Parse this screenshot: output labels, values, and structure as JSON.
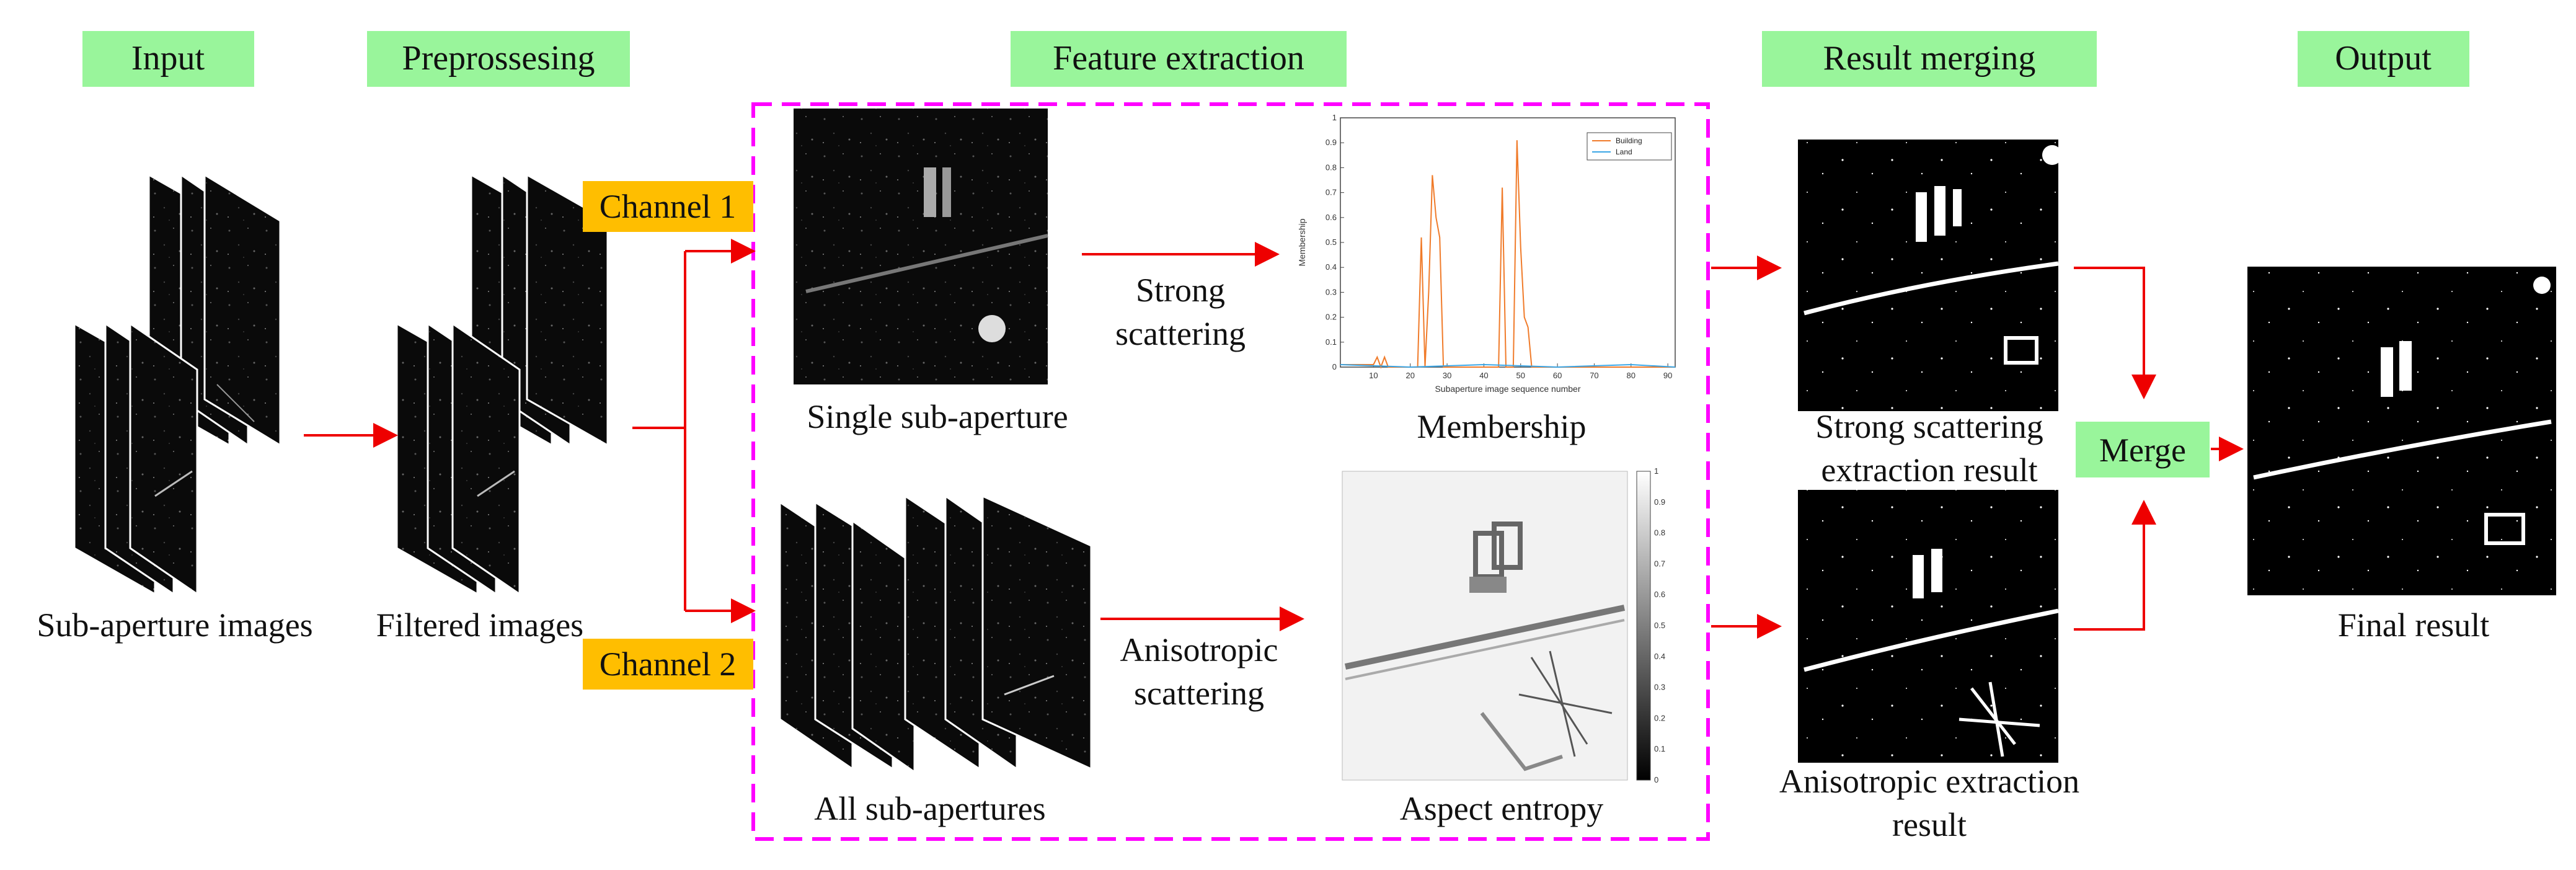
{
  "colors": {
    "stage_fill": "#99f59b",
    "channel_fill": "#ffbe00",
    "arrow": "#ee0000",
    "dashed_border": "#ff00ff",
    "building_line": "#f07b2a",
    "land_line": "#3aa6e6"
  },
  "stages": {
    "input": "Input",
    "preprocessing": "Preprossesing",
    "feature_extraction": "Feature extraction",
    "result_merging": "Result merging",
    "output": "Output"
  },
  "channels": {
    "channel1": "Channel 1",
    "channel2": "Channel 2"
  },
  "captions": {
    "sub_aperture_images": "Sub-aperture images",
    "filtered_images": "Filtered images",
    "single_sub_aperture": "Single sub-aperture",
    "all_sub_apertures": "All sub-apertures",
    "strong_scattering_1": "Strong",
    "strong_scattering_2": "scattering",
    "anisotropic_scattering_1": "Anisotropic",
    "anisotropic_scattering_2": "scattering",
    "membership": "Membership",
    "aspect_entropy": "Aspect entropy",
    "strong_result_1": "Strong scattering",
    "strong_result_2": "extraction result",
    "aniso_result_1": "Anisotropic extraction",
    "aniso_result_2": "result",
    "merge": "Merge",
    "final_result": "Final result"
  },
  "chart_data": {
    "type": "line",
    "xlabel": "Subaperture image sequence number",
    "ylabel": "Membership",
    "xlim": [
      1,
      92
    ],
    "ylim": [
      0,
      1
    ],
    "x_ticks": [
      "10",
      "20",
      "30",
      "40",
      "50",
      "60",
      "70",
      "80",
      "90"
    ],
    "y_ticks": [
      "0",
      "0.1",
      "0.2",
      "0.3",
      "0.4",
      "0.5",
      "0.6",
      "0.7",
      "0.8",
      "0.9",
      "1"
    ],
    "legend_position": "top-right",
    "series": [
      {
        "name": "Building",
        "points": [
          [
            1,
            0.01
          ],
          [
            10,
            0.01
          ],
          [
            11,
            0.04
          ],
          [
            12,
            0.0
          ],
          [
            13,
            0.04
          ],
          [
            14,
            0.0
          ],
          [
            22,
            0.0
          ],
          [
            23,
            0.52
          ],
          [
            24,
            0.0
          ],
          [
            25,
            0.3
          ],
          [
            26,
            0.77
          ],
          [
            27,
            0.6
          ],
          [
            28,
            0.52
          ],
          [
            29,
            0.0
          ],
          [
            44,
            0.0
          ],
          [
            45,
            0.72
          ],
          [
            46,
            0.0
          ],
          [
            48,
            0.0
          ],
          [
            49,
            0.91
          ],
          [
            50,
            0.48
          ],
          [
            51,
            0.2
          ],
          [
            52,
            0.16
          ],
          [
            53,
            0.0
          ],
          [
            92,
            0.0
          ]
        ]
      },
      {
        "name": "Land",
        "points": [
          [
            1,
            0.01
          ],
          [
            20,
            0.0
          ],
          [
            40,
            0.01
          ],
          [
            60,
            0.0
          ],
          [
            80,
            0.01
          ],
          [
            92,
            0.0
          ]
        ]
      }
    ]
  },
  "colorbar_ticks": [
    "1",
    "0.9",
    "0.8",
    "0.7",
    "0.6",
    "0.5",
    "0.4",
    "0.3",
    "0.2",
    "0.1",
    "0"
  ]
}
